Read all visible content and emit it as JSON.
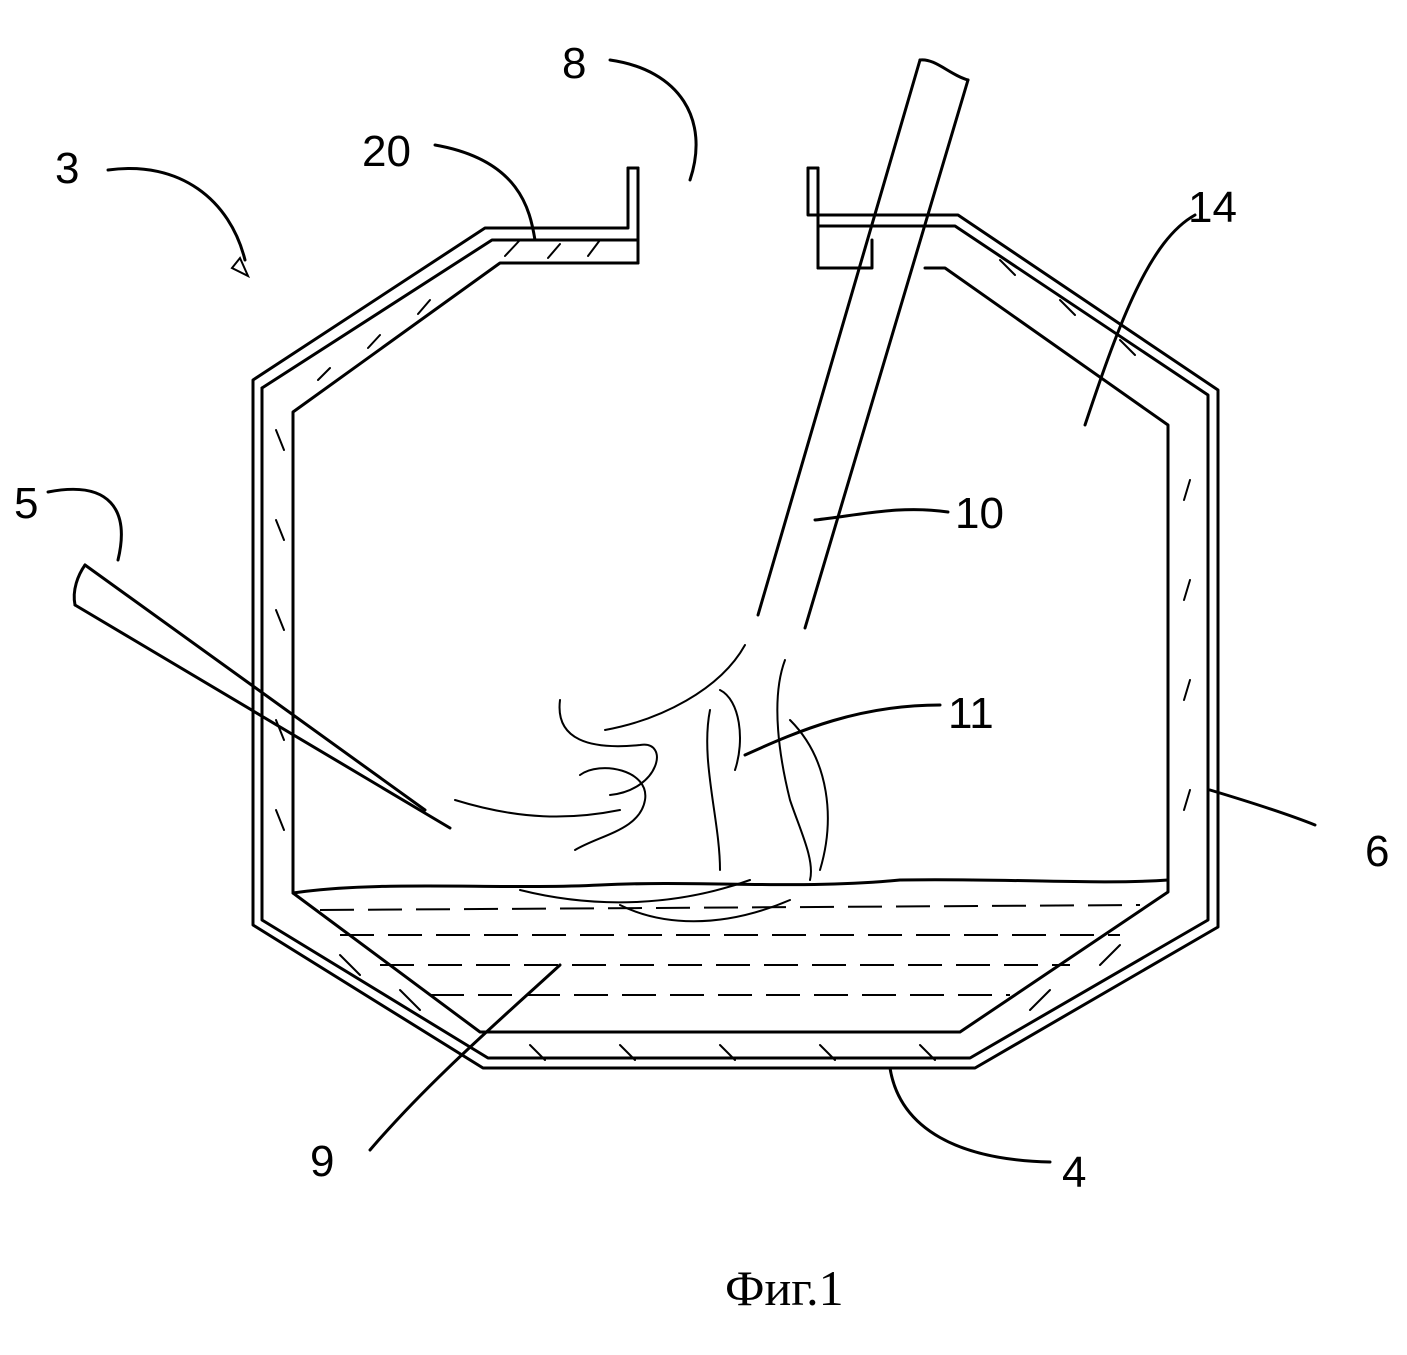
{
  "labels": {
    "l3": "3",
    "l5": "5",
    "l8": "8",
    "l20": "20",
    "l14": "14",
    "l10": "10",
    "l11": "11",
    "l6": "6",
    "l9": "9",
    "l4": "4"
  },
  "caption": "Фиг.1"
}
